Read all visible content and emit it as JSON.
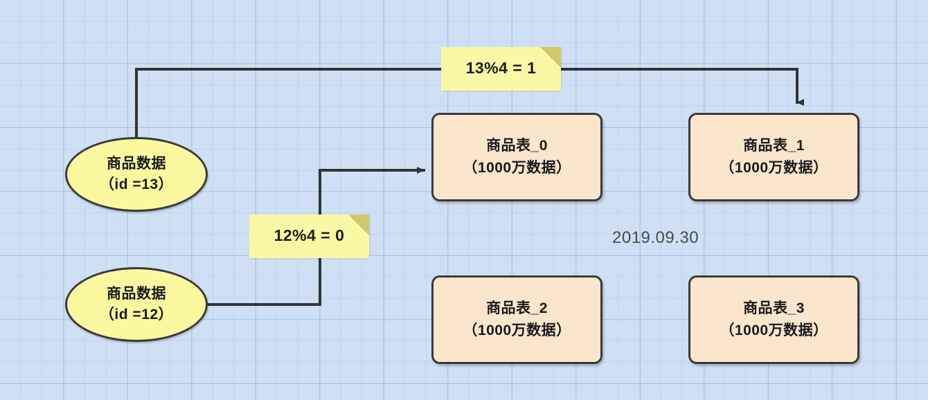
{
  "diagram": {
    "title": "database-sharding-modulo-routing",
    "date_label": "2019.09.30",
    "colors": {
      "canvas": "#cfe0f5",
      "grid_minor": "#aac4e4",
      "grid_major": "#91afd7",
      "ellipse_fill": "#fbf8a0",
      "box_fill": "#fae5cd",
      "note_fill": "#fbf8a5",
      "note_fold": "#cfc96a",
      "stroke": "#3a3a3a",
      "date_text": "#4b4b4b"
    }
  },
  "sources": [
    {
      "id": "src13",
      "line1": "商品数据",
      "line2": "（id =13）"
    },
    {
      "id": "src12",
      "line1": "商品数据",
      "line2": "（id =12）"
    }
  ],
  "tables": [
    {
      "id": "t0",
      "line1": "商品表_0",
      "line2": "（1000万数据）"
    },
    {
      "id": "t1",
      "line1": "商品表_1",
      "line2": "（1000万数据）"
    },
    {
      "id": "t2",
      "line1": "商品表_2",
      "line2": "（1000万数据）"
    },
    {
      "id": "t3",
      "line1": "商品表_3",
      "line2": "（1000万数据）"
    }
  ],
  "notes": [
    {
      "id": "note13",
      "text": "13%4 = 1"
    },
    {
      "id": "note12",
      "text": "12%4 = 0"
    }
  ]
}
